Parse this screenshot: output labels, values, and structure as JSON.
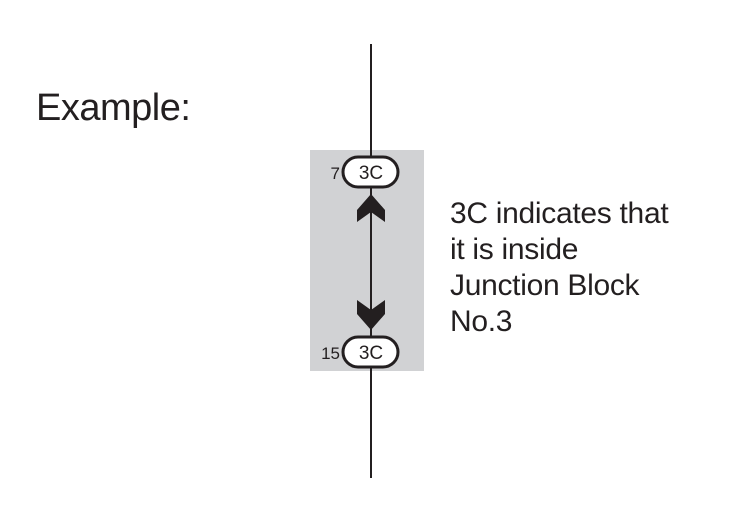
{
  "heading": "Example:",
  "connector_top": {
    "pin": "7",
    "code": "3C"
  },
  "connector_bottom": {
    "pin": "15",
    "code": "3C"
  },
  "explanation_lines": [
    "3C indicates that",
    "it is inside",
    "Junction Block",
    "No.3"
  ],
  "colors": {
    "shading": "#d1d2d4",
    "ink": "#231f20"
  }
}
